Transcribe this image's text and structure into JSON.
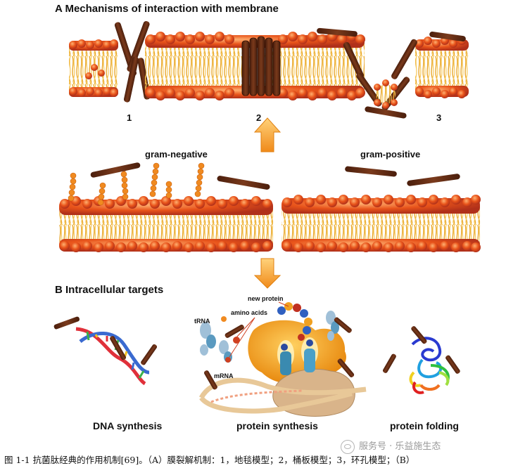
{
  "panel_a": {
    "header": "A  Mechanisms of interaction with membrane",
    "mechanism_numbers": [
      "1",
      "2",
      "3"
    ],
    "gram_negative": "gram-negative",
    "gram_positive": "gram-positive"
  },
  "panel_b": {
    "header": "B  Intracellular targets",
    "labels": {
      "new_protein": "new protein",
      "amino_acids": "amino acids",
      "trna": "tRNA",
      "mrna": "mRNA"
    },
    "targets": [
      "DNA synthesis",
      "protein synthesis",
      "protein folding"
    ]
  },
  "caption": "图 1-1 抗菌肽经典的作用机制[69]。（A）膜裂解机制：1，地毯模型；2，桶板模型；3，环孔模型；（B）",
  "watermark": "服务号 · 乐益施生态",
  "colors": {
    "lipid_head": "#e8531a",
    "lipid_head_dark": "#c0321a",
    "lipid_tail": "#f2b636",
    "peptide": "#6b2e14",
    "arrow": "#f5a623",
    "ribosome": "#f0a020"
  }
}
